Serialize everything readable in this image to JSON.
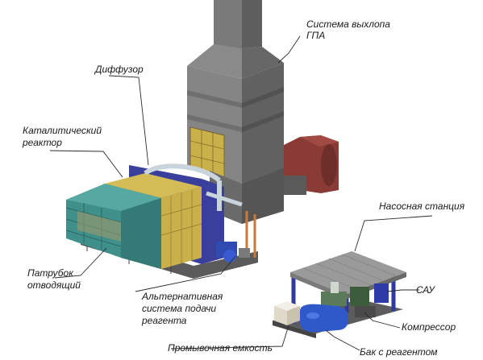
{
  "labels": {
    "exhaust": [
      "Система выхлопа",
      "ГПА"
    ],
    "diffuser": "Диффузор",
    "reactor": [
      "Каталитический",
      "реактор"
    ],
    "pump_station": "Насосная станция",
    "sau": "САУ",
    "outlet": [
      "Патрубок",
      "отводящий"
    ],
    "alt_supply": [
      "Альтернативная",
      "система подачи",
      "реагента"
    ],
    "compressor": "Компрессор",
    "wash_tank": "Промывочная емкость",
    "reagent_tank": "Бак с реагентом"
  },
  "colors": {
    "steel_dark": "#6b6b6b",
    "steel_light": "#8c8c8c",
    "catalyst_yellow": "#c9b04a",
    "frame_teal": "#3f8f8a",
    "pipe_blue": "#3a3f9c",
    "fan_red": "#8a3b35",
    "tank_blue": "#2f59c9"
  }
}
